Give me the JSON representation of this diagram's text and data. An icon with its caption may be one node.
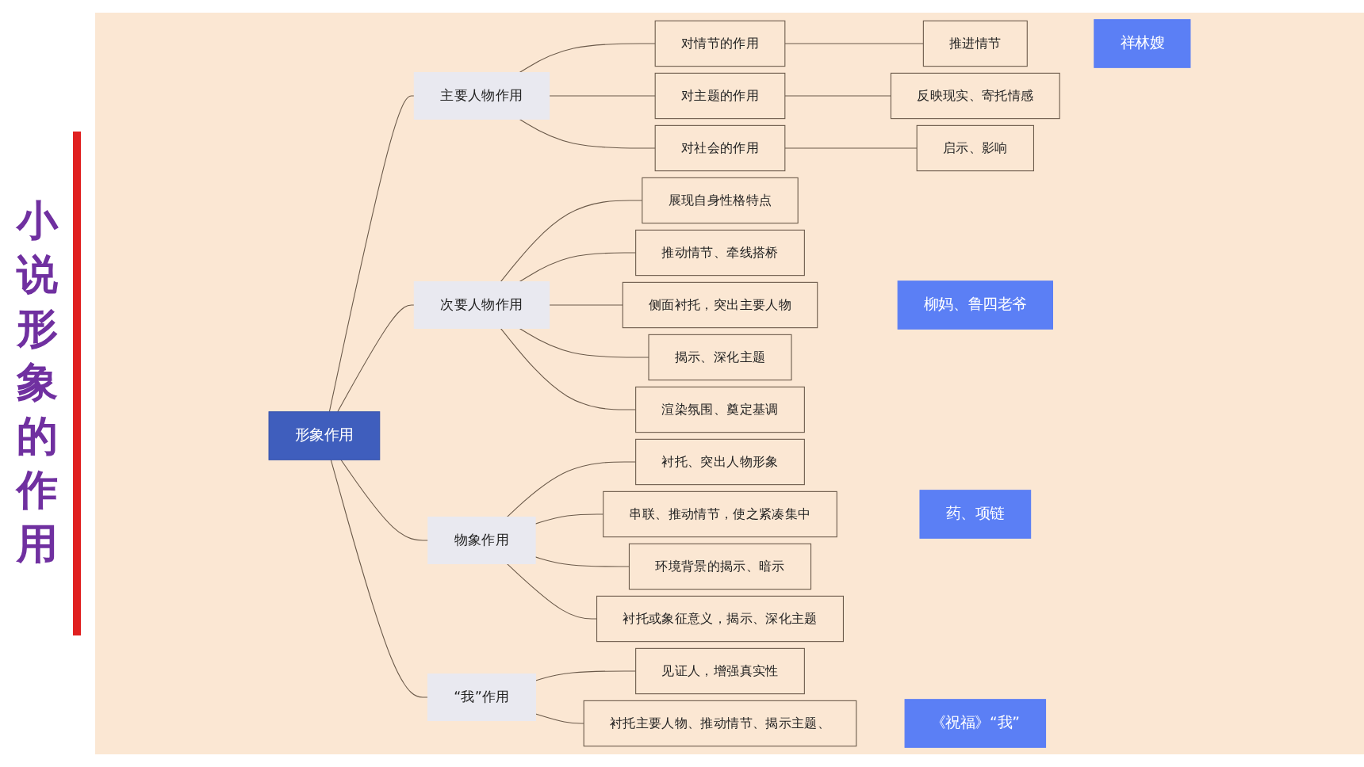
{
  "diagram": {
    "title": "小说形象的作用",
    "nodes": [
      {
        "text": [
          "形象作用"
        ]
      },
      {
        "text": [
          "主要人物作用"
        ]
      },
      {
        "text": [
          "对情节的作用"
        ]
      },
      {
        "text": [
          "推进情节"
        ]
      },
      {
        "text": [
          "对主题的作用"
        ]
      },
      {
        "text": [
          "反映现实、寄托情感"
        ]
      },
      {
        "text": [
          "对社会的作用"
        ]
      },
      {
        "text": [
          "启示、影响"
        ]
      },
      {
        "text": [
          "次要人物作用"
        ]
      },
      {
        "text": [
          "展现自身性格特点"
        ]
      },
      {
        "text": [
          "推动情节、牵线搭桥"
        ]
      },
      {
        "text": [
          "侧面衬托，突出主要人物"
        ]
      },
      {
        "text": [
          "揭示、深化主题"
        ]
      },
      {
        "text": [
          "渲染氛围、奠定基调"
        ]
      },
      {
        "text": [
          "物象作用"
        ]
      },
      {
        "text": [
          "衬托、突出人物形象"
        ]
      },
      {
        "text": [
          "串联、推动情节，使之紧凑集中"
        ]
      },
      {
        "text": [
          "环境背景的揭示、暗示"
        ]
      },
      {
        "text": [
          "衬托或象征意义，揭示、深化主题"
        ]
      },
      {
        "text": [
          "“我”作用"
        ]
      },
      {
        "text": [
          "见证人，增强真实性"
        ]
      },
      {
        "text": [
          "衬托主要人物、推动情节、揭示主题、"
        ]
      },
      {
        "text": [
          "祥林嫂"
        ]
      },
      {
        "text": [
          "柳妈、鲁四老爷"
        ]
      },
      {
        "text": [
          "药、项链"
        ]
      },
      {
        "text": [
          "《祝福》“我”"
        ]
      }
    ],
    "edges": [
      {
        "from": 0,
        "to": 1,
        "arrow": "none"
      },
      {
        "from": 1,
        "to": 2,
        "arrow": "none"
      },
      {
        "from": 2,
        "to": 3,
        "arrow": "none"
      },
      {
        "from": 1,
        "to": 4,
        "arrow": "none"
      },
      {
        "from": 4,
        "to": 5,
        "arrow": "none"
      },
      {
        "from": 1,
        "to": 6,
        "arrow": "none"
      },
      {
        "from": 6,
        "to": 7,
        "arrow": "none"
      },
      {
        "from": 0,
        "to": 8,
        "arrow": "none"
      },
      {
        "from": 8,
        "to": 9,
        "arrow": "none"
      },
      {
        "from": 8,
        "to": 10,
        "arrow": "none"
      },
      {
        "from": 8,
        "to": 11,
        "arrow": "none"
      },
      {
        "from": 8,
        "to": 12,
        "arrow": "none"
      },
      {
        "from": 8,
        "to": 13,
        "arrow": "none"
      },
      {
        "from": 0,
        "to": 14,
        "arrow": "none"
      },
      {
        "from": 14,
        "to": 15,
        "arrow": "none"
      },
      {
        "from": 14,
        "to": 16,
        "arrow": "none"
      },
      {
        "from": 14,
        "to": 17,
        "arrow": "none"
      },
      {
        "from": 14,
        "to": 18,
        "arrow": "none"
      },
      {
        "from": 0,
        "to": 19,
        "arrow": "none"
      },
      {
        "from": 19,
        "to": 20,
        "arrow": "none"
      },
      {
        "from": 19,
        "to": 21,
        "arrow": "none"
      }
    ]
  }
}
